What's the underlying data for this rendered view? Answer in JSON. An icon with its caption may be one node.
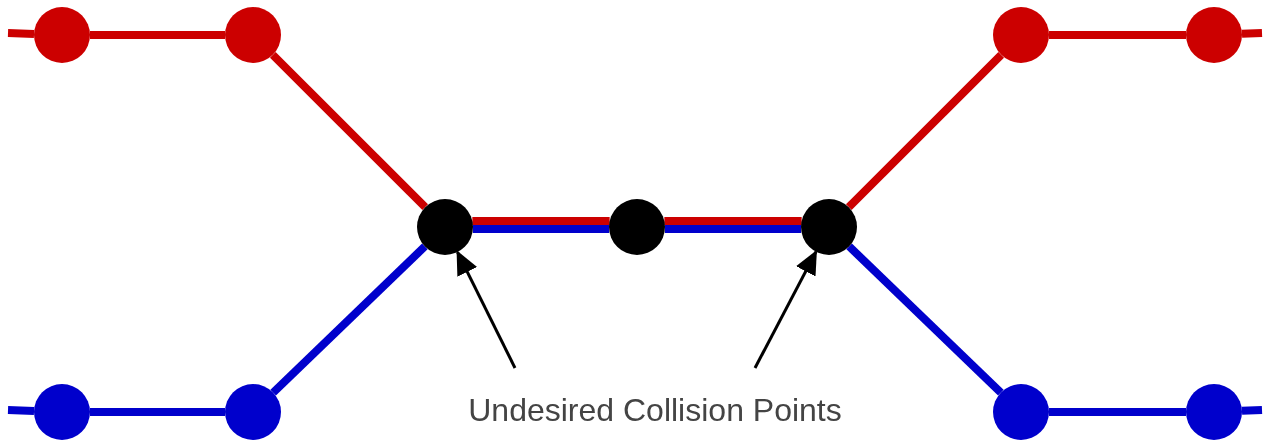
{
  "diagram": {
    "nodes": [
      {
        "text": [],
        "shape": "circle"
      },
      {
        "text": [],
        "shape": "circle"
      },
      {
        "text": [],
        "shape": "circle"
      },
      {
        "text": [],
        "shape": "circle"
      },
      {
        "text": [],
        "shape": "circle"
      },
      {
        "text": [],
        "shape": "circle"
      },
      {
        "text": [],
        "shape": "circle"
      },
      {
        "text": [
          "Undesired Collision Points"
        ]
      },
      {
        "text": [],
        "shape": "circle"
      },
      {
        "text": [],
        "shape": "circle"
      },
      {
        "text": [],
        "shape": "circle"
      },
      {
        "text": [],
        "shape": "circle"
      }
    ],
    "edges": [
      {
        "from": null,
        "to": 0,
        "arrow": "none",
        "color": "#cc0000"
      },
      {
        "from": 0,
        "to": 1,
        "arrow": "none",
        "color": "#cc0000"
      },
      {
        "from": 1,
        "to": 4,
        "arrow": "none",
        "color": "#cc0000"
      },
      {
        "from": 4,
        "to": 5,
        "arrow": "none",
        "color": "#cc0000"
      },
      {
        "from": 5,
        "to": 6,
        "arrow": "none",
        "color": "#cc0000"
      },
      {
        "from": 6,
        "to": 2,
        "arrow": "none",
        "color": "#cc0000"
      },
      {
        "from": 2,
        "to": 3,
        "arrow": "none",
        "color": "#cc0000"
      },
      {
        "from": 3,
        "to": null,
        "arrow": "none",
        "color": "#cc0000"
      },
      {
        "from": null,
        "to": 8,
        "arrow": "none",
        "color": "#0000cc"
      },
      {
        "from": 8,
        "to": 9,
        "arrow": "none",
        "color": "#0000cc"
      },
      {
        "from": 9,
        "to": 4,
        "arrow": "none",
        "color": "#0000cc"
      },
      {
        "from": 4,
        "to": 5,
        "arrow": "none",
        "color": "#0000cc"
      },
      {
        "from": 5,
        "to": 6,
        "arrow": "none",
        "color": "#0000cc"
      },
      {
        "from": 6,
        "to": 10,
        "arrow": "none",
        "color": "#0000cc"
      },
      {
        "from": 10,
        "to": 11,
        "arrow": "none",
        "color": "#0000cc"
      },
      {
        "from": 11,
        "to": null,
        "arrow": "none",
        "color": "#0000cc"
      },
      {
        "from": 7,
        "to": 4,
        "arrow": "to",
        "color": "#000000"
      },
      {
        "from": 7,
        "to": 6,
        "arrow": "to",
        "color": "#000000"
      }
    ]
  }
}
